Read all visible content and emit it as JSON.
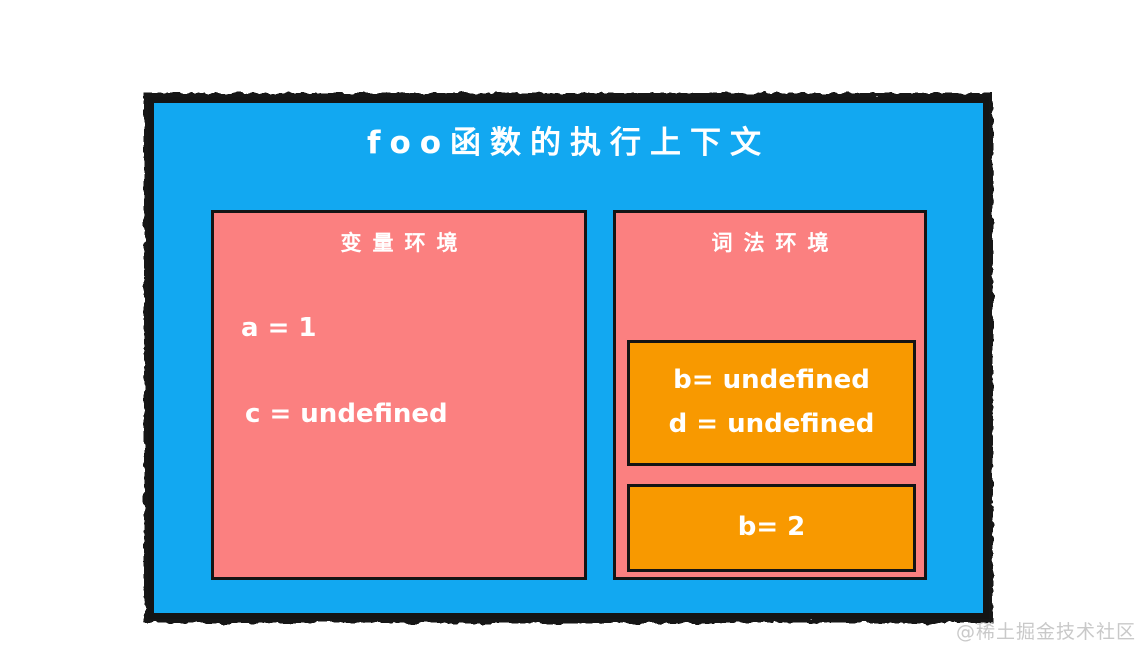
{
  "diagram": {
    "title": "foo函数的执行上下文",
    "variable_env": {
      "title": "变量环境",
      "entries": [
        "a = 1",
        "c = undefined"
      ]
    },
    "lexical_env": {
      "title": "词法环境",
      "blocks": [
        {
          "lines": [
            "b= undefined",
            "d = undefined"
          ]
        },
        {
          "lines": [
            "b= 2"
          ]
        }
      ]
    },
    "colors": {
      "context_blue": "#12A8F1",
      "env_pink": "#FB8080",
      "block_orange": "#F89900",
      "border_black": "#141414",
      "text_white": "#ffffff",
      "watermark_gray": "#c9c9c9"
    }
  },
  "watermark": "@稀土掘金技术社区"
}
